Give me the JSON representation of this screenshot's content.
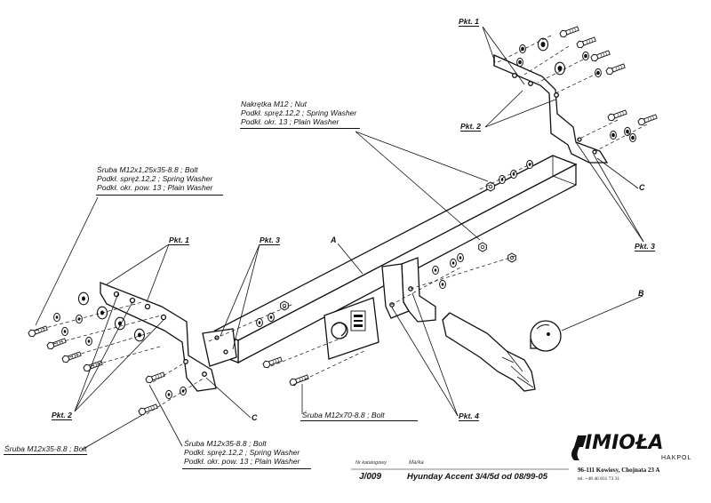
{
  "callouts": {
    "nut_group": [
      "Nakrętka M12 ; Nut",
      "Podkł. spręż.12,2 ; Spring Washer",
      "Podkł. okr. 13 ; Plain Washer"
    ],
    "bolt_group_top": [
      "Śruba M12x1,25x35-8.8 ; Bolt",
      "Podkł. spręż.12,2 ; Spring Washer",
      "Podkł. okr. pow. 13 ; Plain Washer"
    ],
    "bolt_group_bottom": [
      "Śruba M12x35-8.8 ; Bolt",
      "Podkł. spręż.12,2 ; Spring Washer",
      "Podkł. okr. pow. 13 ; Plain Washer"
    ],
    "bolt_left": "Śruba M12x35-8.8 ; Bolt",
    "bolt_center": "Śruba M12x70-8.8 ; Bolt"
  },
  "points": {
    "pkt1_top": "Pkt. 1",
    "pkt2_top": "Pkt. 2",
    "pkt3_right": "Pkt. 3",
    "pkt1_left": "Pkt. 1",
    "pkt3_left": "Pkt. 3",
    "pkt2_left": "Pkt. 2",
    "pkt4": "Pkt. 4"
  },
  "letters": {
    "a": "A",
    "b": "B",
    "c_right": "C",
    "c_left": "C"
  },
  "titleblock": {
    "catalog_label": "Nr katalogowy",
    "brand_label": "Marka",
    "part_number": "J/009",
    "model": "Hyunday Accent 3/4/5d    od  08/99-05"
  },
  "logo": {
    "name": "IMIOŁA",
    "sub": "HAKPOL",
    "address": "96-111 Kowiesy, Chojnata 23 A",
    "phone": "tel. +48 46 831 73 31"
  }
}
